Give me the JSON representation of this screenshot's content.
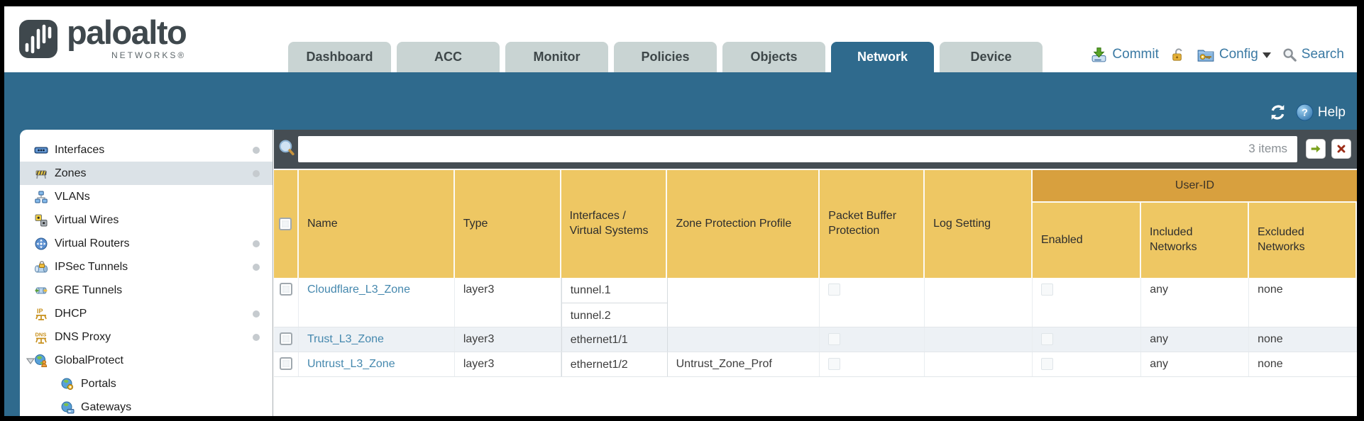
{
  "brand": {
    "wordmark": "paloalto",
    "networks": "NETWORKS®"
  },
  "tabs": [
    {
      "label": "Dashboard",
      "active": false
    },
    {
      "label": "ACC",
      "active": false
    },
    {
      "label": "Monitor",
      "active": false
    },
    {
      "label": "Policies",
      "active": false
    },
    {
      "label": "Objects",
      "active": false
    },
    {
      "label": "Network",
      "active": true
    },
    {
      "label": "Device",
      "active": false
    }
  ],
  "utility": {
    "commit_label": "Commit",
    "config_label": "Config",
    "search_label": "Search"
  },
  "band": {
    "help_label": "Help"
  },
  "sidebar": {
    "items": [
      {
        "label": "Interfaces",
        "icon": "interfaces-icon",
        "dot": true
      },
      {
        "label": "Zones",
        "icon": "zones-icon",
        "dot": true,
        "selected": true
      },
      {
        "label": "VLANs",
        "icon": "vlans-icon"
      },
      {
        "label": "Virtual Wires",
        "icon": "virtual-wires-icon"
      },
      {
        "label": "Virtual Routers",
        "icon": "virtual-routers-icon",
        "dot": true
      },
      {
        "label": "IPSec Tunnels",
        "icon": "ipsec-tunnels-icon",
        "dot": true
      },
      {
        "label": "GRE Tunnels",
        "icon": "gre-tunnels-icon"
      },
      {
        "label": "DHCP",
        "icon": "dhcp-icon",
        "dot": true
      },
      {
        "label": "DNS Proxy",
        "icon": "dns-proxy-icon",
        "dot": true
      },
      {
        "label": "GlobalProtect",
        "icon": "globalprotect-icon",
        "expanded": true
      },
      {
        "label": "Portals",
        "icon": "portals-icon",
        "child": true
      },
      {
        "label": "Gateways",
        "icon": "gateways-icon",
        "child": true
      }
    ]
  },
  "toolbar": {
    "filter_value": "",
    "items_count": "3 items"
  },
  "table": {
    "group_header": "User-ID",
    "columns": [
      "Name",
      "Type",
      "Interfaces / Virtual Systems",
      "Zone Protection Profile",
      "Packet Buffer Protection",
      "Log Setting",
      "Enabled",
      "Included Networks",
      "Excluded Networks"
    ],
    "rows": [
      {
        "name": "Cloudflare_L3_Zone",
        "type": "layer3",
        "interfaces": [
          "tunnel.1",
          "tunnel.2"
        ],
        "zone_protection_profile": "",
        "packet_buffer_protection": false,
        "log_setting": "",
        "enabled": false,
        "included_networks": "any",
        "excluded_networks": "none"
      },
      {
        "name": "Trust_L3_Zone",
        "type": "layer3",
        "interfaces": [
          "ethernet1/1"
        ],
        "zone_protection_profile": "",
        "packet_buffer_protection": false,
        "log_setting": "",
        "enabled": false,
        "included_networks": "any",
        "excluded_networks": "none"
      },
      {
        "name": "Untrust_L3_Zone",
        "type": "layer3",
        "interfaces": [
          "ethernet1/2"
        ],
        "zone_protection_profile": "Untrust_Zone_Prof",
        "packet_buffer_protection": false,
        "log_setting": "",
        "enabled": false,
        "included_networks": "any",
        "excluded_networks": "none"
      }
    ]
  },
  "colors": {
    "accent_blue": "#2f6a8d",
    "header_orange": "#eec763",
    "group_orange": "#d8a03e",
    "link_blue": "#4588ae",
    "strip_gray": "#454d53"
  }
}
